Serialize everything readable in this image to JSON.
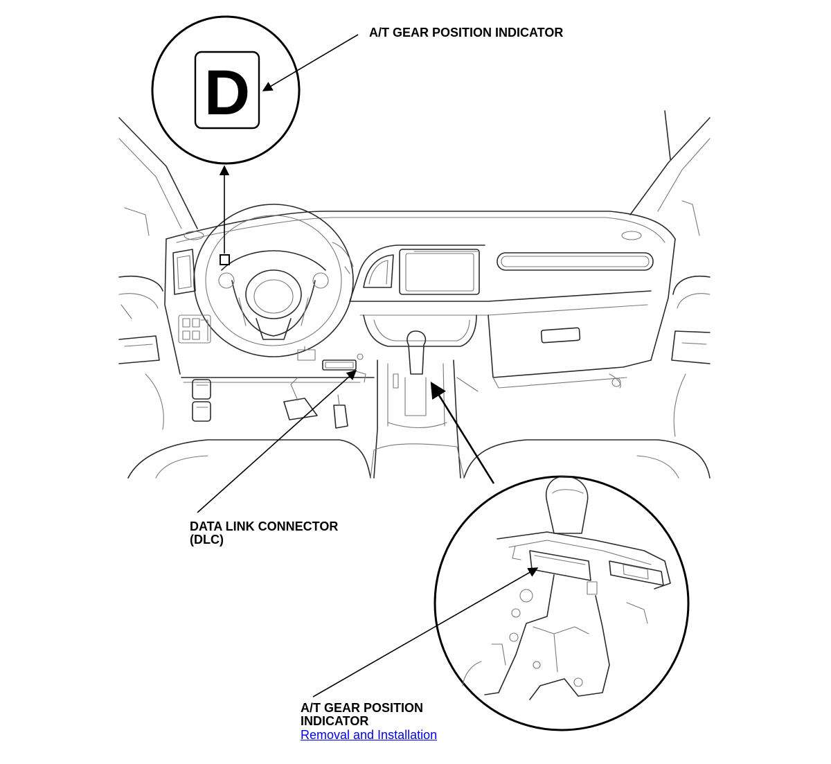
{
  "labels": {
    "top_indicator": "A/T GEAR POSITION INDICATOR",
    "dlc_line1": "DATA LINK CONNECTOR",
    "dlc_line2": "(DLC)",
    "bottom_line1": "A/T GEAR POSITION",
    "bottom_line2": "INDICATOR"
  },
  "links": {
    "removal": "Removal and Installation"
  },
  "indicator_glyph": "D",
  "icons": {
    "gear_display": "gear-position-display-icon",
    "shift_lever": "shift-lever-icon"
  }
}
